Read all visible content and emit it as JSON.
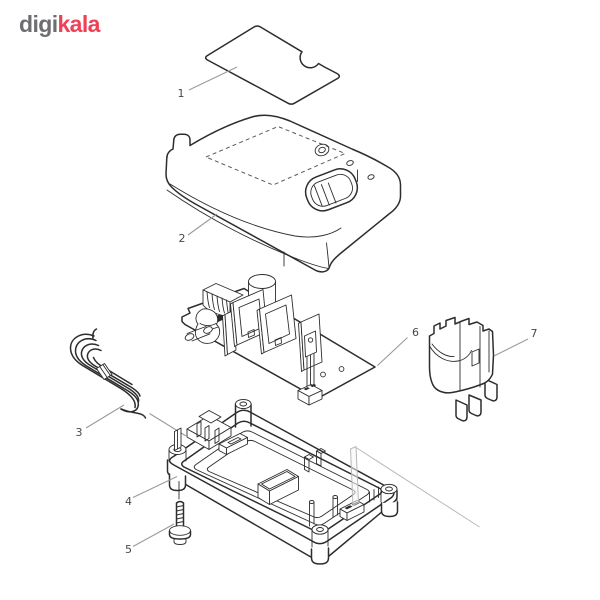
{
  "brand": {
    "logo_gray_text": "digi",
    "logo_red_text": "kala",
    "gray_color": "#6d6e71",
    "red_color": "#ef4056"
  },
  "diagram": {
    "type": "exploded-parts-diagram",
    "subject": "battery-charger exploded view line drawing",
    "colors": {
      "background": "#ffffff",
      "line": "#2d2d2d",
      "leader": "#9b9b9b"
    },
    "callouts": [
      {
        "number": "1",
        "part": "cover-label-sheet"
      },
      {
        "number": "2",
        "part": "top-cover"
      },
      {
        "number": "3",
        "part": "power-cord"
      },
      {
        "number": "4",
        "part": "bottom-case"
      },
      {
        "number": "5",
        "part": "screw"
      },
      {
        "number": "6",
        "part": "circuit-board"
      },
      {
        "number": "7",
        "part": "battery-contact-holder"
      }
    ]
  }
}
